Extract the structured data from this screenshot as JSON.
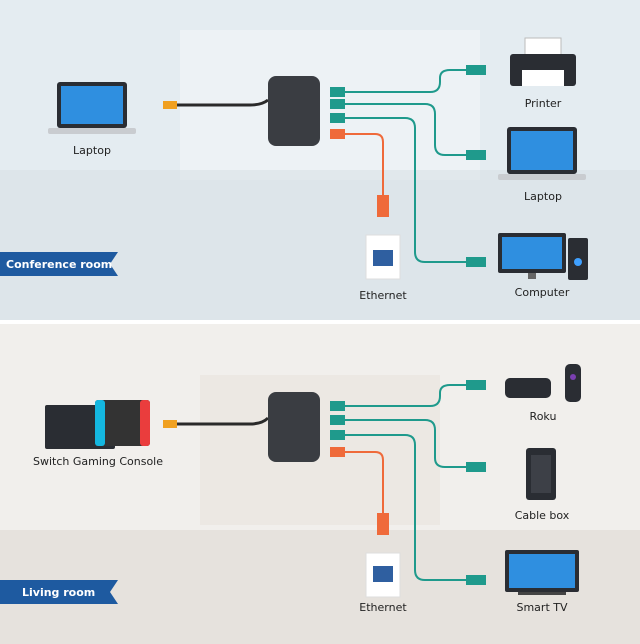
{
  "panels": [
    {
      "room": "Conference room",
      "source": "Laptop",
      "devices": [
        "Printer",
        "Laptop",
        "Computer"
      ],
      "ethernet": "Ethernet"
    },
    {
      "room": "Living room",
      "source": "Switch Gaming Console",
      "devices": [
        "Roku",
        "Cable box",
        "Smart TV"
      ],
      "ethernet": "Ethernet"
    }
  ],
  "colors": {
    "banner": "#1e5aa0",
    "lan_cable": "#1f9a8c",
    "wan_cable": "#ef6a3a",
    "hub": "#3a3d42",
    "usb_connector": "#f0a020"
  }
}
